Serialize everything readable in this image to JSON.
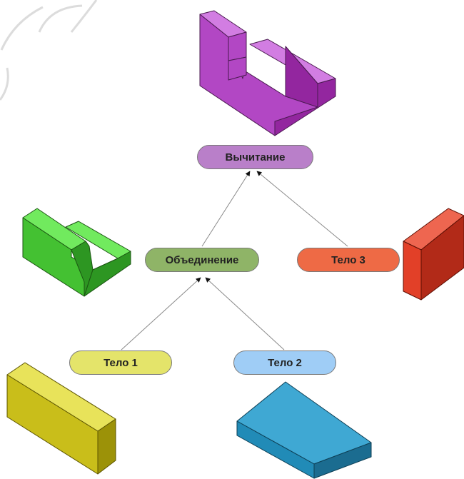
{
  "nodes": {
    "subtract": {
      "label": "Вычитание",
      "color": "#b97fc9"
    },
    "union": {
      "label": "Объединение",
      "color": "#8fb467"
    },
    "body1": {
      "label": "Тело 1",
      "color": "#e4e46a"
    },
    "body2": {
      "label": "Тело 2",
      "color": "#9fcdf6"
    },
    "body3": {
      "label": "Тело 3",
      "color": "#ee6a45"
    }
  },
  "edges": [
    {
      "from": "body1",
      "to": "union"
    },
    {
      "from": "body2",
      "to": "union"
    },
    {
      "from": "union",
      "to": "subtract"
    },
    {
      "from": "body3",
      "to": "subtract"
    }
  ],
  "shapes": {
    "result": {
      "colors": {
        "top": "#d27de2",
        "front": "#b247c4",
        "side": "#93269f"
      }
    },
    "union_shape": {
      "colors": {
        "top": "#71ea5e",
        "front": "#44c132",
        "side": "#2d9622"
      }
    },
    "body1_shape": {
      "colors": {
        "top": "#e8e35a",
        "front": "#c9be1a",
        "side": "#9c9208"
      }
    },
    "body2_shape": {
      "colors": {
        "top": "#3fa8d3",
        "front": "#218bb7",
        "side": "#1b6c90"
      }
    },
    "body3_shape": {
      "colors": {
        "top": "#ee6650",
        "front": "#e24028",
        "side": "#b22a18"
      }
    }
  }
}
